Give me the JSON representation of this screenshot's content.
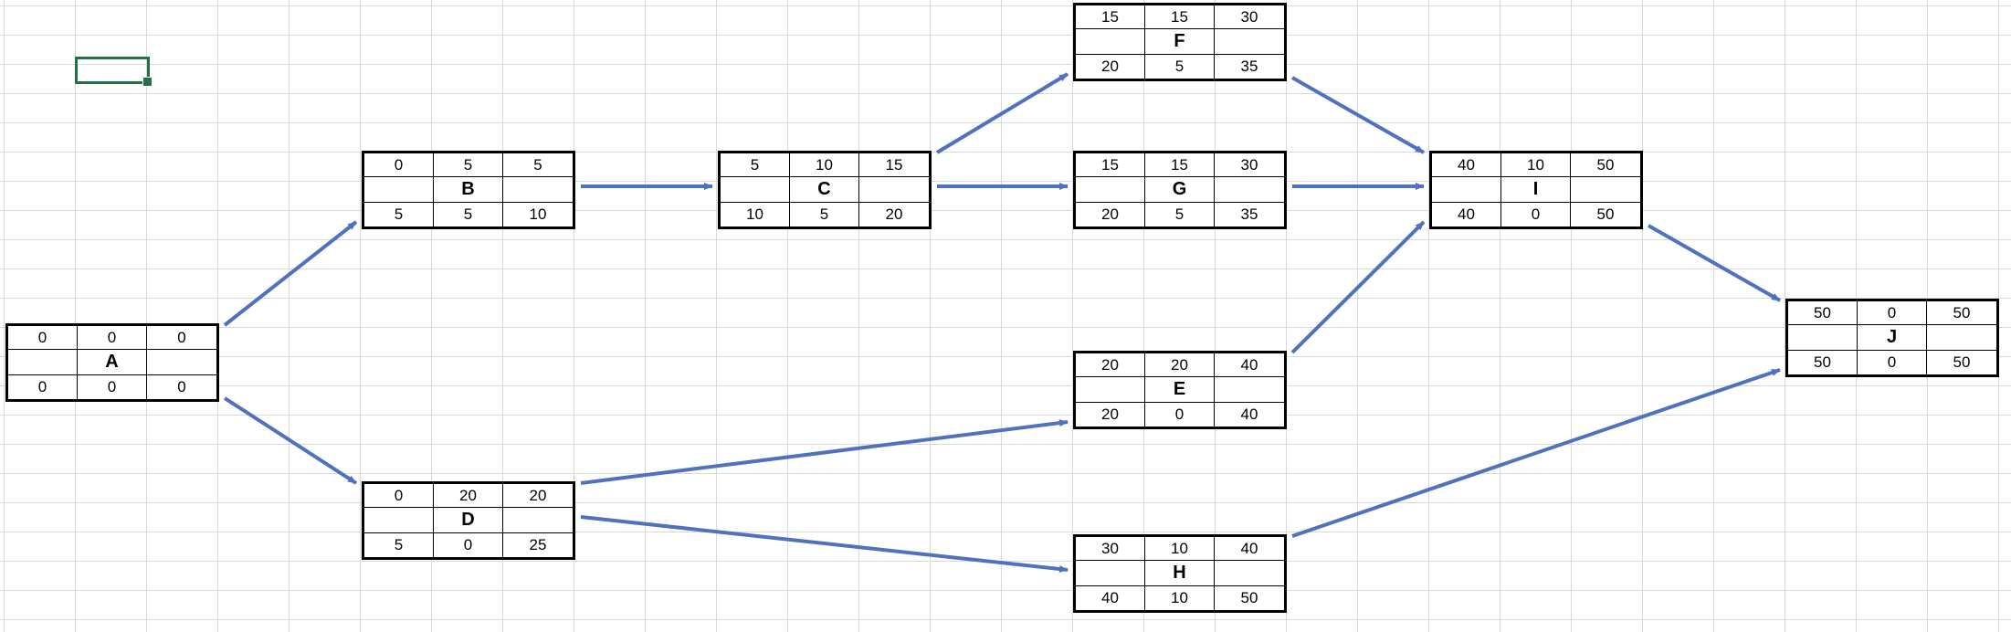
{
  "colors": {
    "arrow": "#4f71be",
    "node_border": "#000000",
    "grid": "#d9d9d9",
    "selection": "#217346"
  },
  "nodes": {
    "A": {
      "name": "A",
      "top": [
        "0",
        "0",
        "0"
      ],
      "bottom": [
        "0",
        "0",
        "0"
      ]
    },
    "B": {
      "name": "B",
      "top": [
        "0",
        "5",
        "5"
      ],
      "bottom": [
        "5",
        "5",
        "10"
      ]
    },
    "C": {
      "name": "C",
      "top": [
        "5",
        "10",
        "15"
      ],
      "bottom": [
        "10",
        "5",
        "20"
      ]
    },
    "D": {
      "name": "D",
      "top": [
        "0",
        "20",
        "20"
      ],
      "bottom": [
        "5",
        "0",
        "25"
      ]
    },
    "E": {
      "name": "E",
      "top": [
        "20",
        "20",
        "40"
      ],
      "bottom": [
        "20",
        "0",
        "40"
      ]
    },
    "F": {
      "name": "F",
      "top": [
        "15",
        "15",
        "30"
      ],
      "bottom": [
        "20",
        "5",
        "35"
      ]
    },
    "G": {
      "name": "G",
      "top": [
        "15",
        "15",
        "30"
      ],
      "bottom": [
        "20",
        "5",
        "35"
      ]
    },
    "H": {
      "name": "H",
      "top": [
        "30",
        "10",
        "40"
      ],
      "bottom": [
        "40",
        "10",
        "50"
      ]
    },
    "I": {
      "name": "I",
      "top": [
        "40",
        "10",
        "50"
      ],
      "bottom": [
        "40",
        "0",
        "50"
      ]
    },
    "J": {
      "name": "J",
      "top": [
        "50",
        "0",
        "50"
      ],
      "bottom": [
        "50",
        "0",
        "50"
      ]
    }
  },
  "edges": [
    [
      "A",
      "B"
    ],
    [
      "A",
      "D"
    ],
    [
      "B",
      "C"
    ],
    [
      "C",
      "F"
    ],
    [
      "C",
      "G"
    ],
    [
      "D",
      "E"
    ],
    [
      "D",
      "H"
    ],
    [
      "F",
      "I"
    ],
    [
      "G",
      "I"
    ],
    [
      "E",
      "I"
    ],
    [
      "I",
      "J"
    ],
    [
      "H",
      "J"
    ]
  ]
}
